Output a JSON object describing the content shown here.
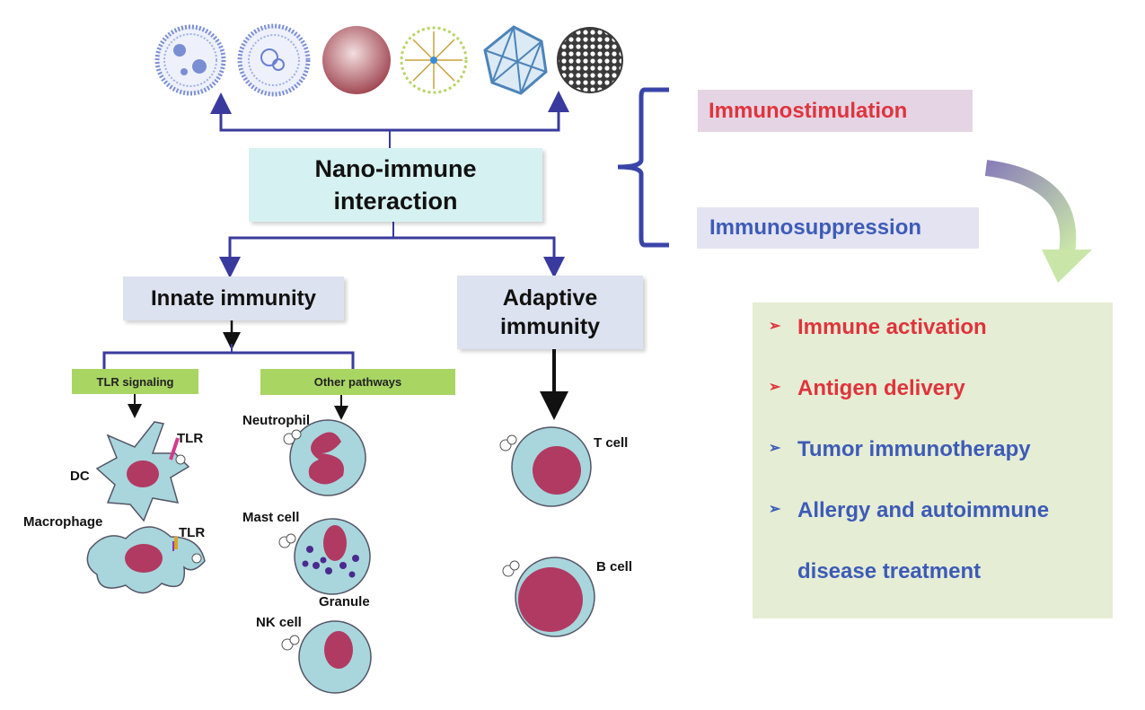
{
  "central": {
    "line1": "Nano-immune",
    "line2": "interaction"
  },
  "innate": {
    "label": "Innate immunity"
  },
  "adaptive": {
    "line1": "Adaptive",
    "line2": "immunity"
  },
  "pathways": {
    "tlr": "TLR signaling",
    "other": "Other pathways"
  },
  "effects": {
    "stimulation": "Immunostimulation",
    "suppression": "Immunosuppression"
  },
  "applications": {
    "items": [
      {
        "text": "Immune activation",
        "color": "#e0333c"
      },
      {
        "text": "Antigen delivery",
        "color": "#e0333c"
      },
      {
        "text": "Tumor immunotherapy",
        "color": "#3d5bb7"
      },
      {
        "text": "Allergy and autoimmune",
        "color": "#3d5bb7"
      },
      {
        "text": "disease treatment",
        "color": "#3d5bb7"
      }
    ]
  },
  "cells": {
    "dc": "DC",
    "dc_tlr": "TLR",
    "macrophage": "Macrophage",
    "macrophage_tlr": "TLR",
    "neutrophil": "Neutrophil",
    "mast": "Mast cell",
    "granule": "Granule",
    "nk": "NK cell",
    "t": "T cell",
    "b": "B cell"
  },
  "colors": {
    "connector": "#3a3a9e",
    "brace": "#3a44a8",
    "cell_cytoplasm": "#a8d6dc",
    "nucleus": "#b13a62",
    "granule": "#4b2a8e"
  }
}
